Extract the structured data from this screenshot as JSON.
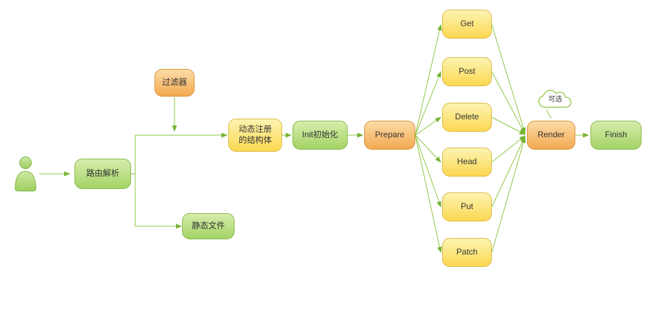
{
  "diagram": {
    "nodes": {
      "user": {
        "icon": "person-icon"
      },
      "route_parse": {
        "label": "路由解析",
        "color": "green"
      },
      "filter": {
        "label": "过滤器",
        "color": "orange"
      },
      "static_files": {
        "label": "静态文件",
        "color": "green"
      },
      "dynamic_struct": {
        "label": "动态注册\n的结构体",
        "color": "yellow"
      },
      "init": {
        "label": "Init初始化",
        "color": "green"
      },
      "prepare": {
        "label": "Prepare",
        "color": "orange"
      },
      "render": {
        "label": "Render",
        "color": "orange"
      },
      "finish": {
        "label": "Finish",
        "color": "green"
      },
      "optional_note": {
        "label": "可选",
        "shape": "cloud"
      }
    },
    "http_methods": [
      {
        "label": "Get"
      },
      {
        "label": "Post"
      },
      {
        "label": "Delete"
      },
      {
        "label": "Head"
      },
      {
        "label": "Put"
      },
      {
        "label": "Patch"
      }
    ],
    "colors": {
      "green_fill_top": "#d6edab",
      "green_fill_bottom": "#a3d366",
      "green_border": "#8ab94c",
      "orange_fill_top": "#fcdca6",
      "orange_fill_bottom": "#f2a951",
      "orange_border": "#da9136",
      "yellow_fill_top": "#fdf4b2",
      "yellow_fill_bottom": "#fbd851",
      "yellow_border": "#d9ba45",
      "connector": "#8bc53f",
      "arrowhead": "#76b331"
    }
  }
}
